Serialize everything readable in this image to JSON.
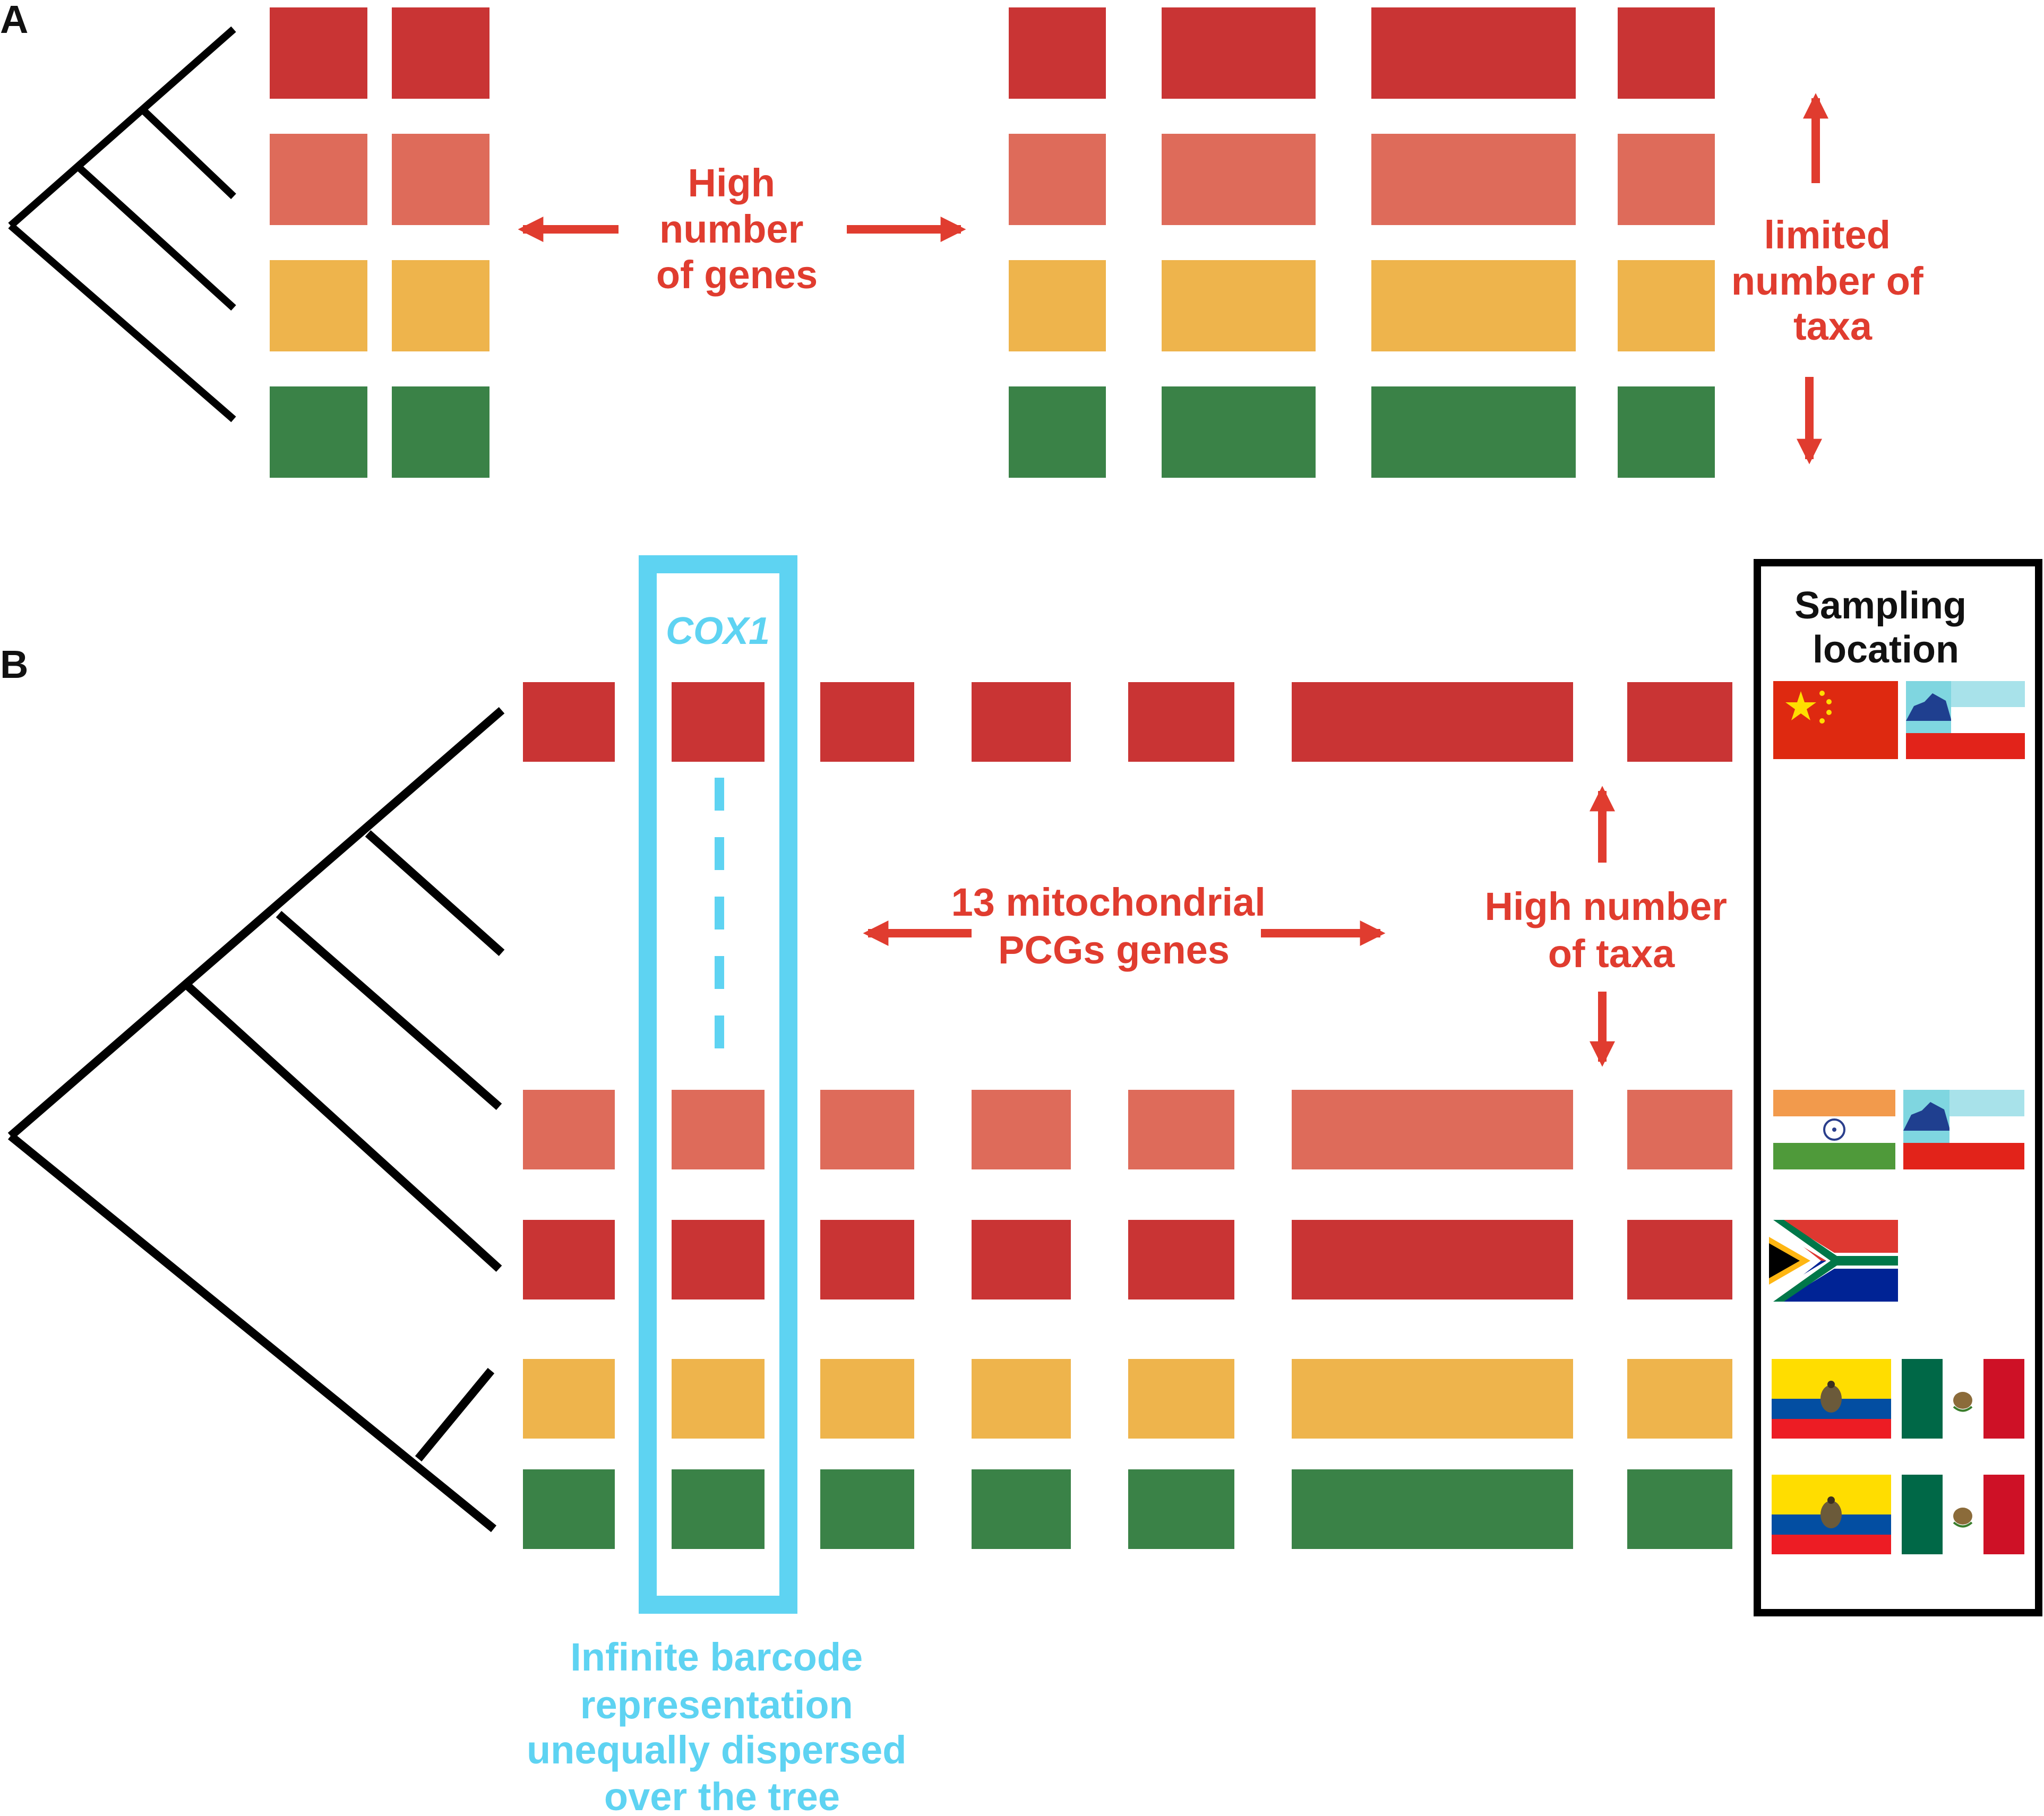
{
  "panel_a": {
    "letter": "A",
    "genes_label": [
      "High",
      "number",
      "of genes"
    ],
    "taxa_label": [
      "limited",
      "number of",
      "taxa"
    ]
  },
  "panel_b": {
    "letter": "B",
    "cox_label": "COX1",
    "genes_label": [
      "13 mitochondrial",
      "PCGs genes"
    ],
    "taxa_label": [
      "High number",
      "of taxa"
    ],
    "barcode_label": [
      "Infinite barcode",
      "representation",
      "unequally dispersed",
      "over the tree"
    ],
    "sampling_label": [
      "Sampling",
      "location"
    ],
    "flags": [
      [
        "china-flag",
        "sabah-flag"
      ],
      [
        "india-flag",
        "sabah-flag"
      ],
      [
        "south-africa-flag"
      ],
      [
        "ecuador-flag",
        "mexico-flag"
      ],
      [
        "ecuador-flag",
        "mexico-flag"
      ]
    ]
  },
  "colors": {
    "gene_red": "#c93434",
    "gene_salmon": "#de6b5a",
    "gene_yellow": "#eeb44c",
    "gene_green": "#3a8247",
    "label_red": "#e03c2f",
    "cox_blue": "#5ed3f2",
    "tree_black": "#000000"
  }
}
